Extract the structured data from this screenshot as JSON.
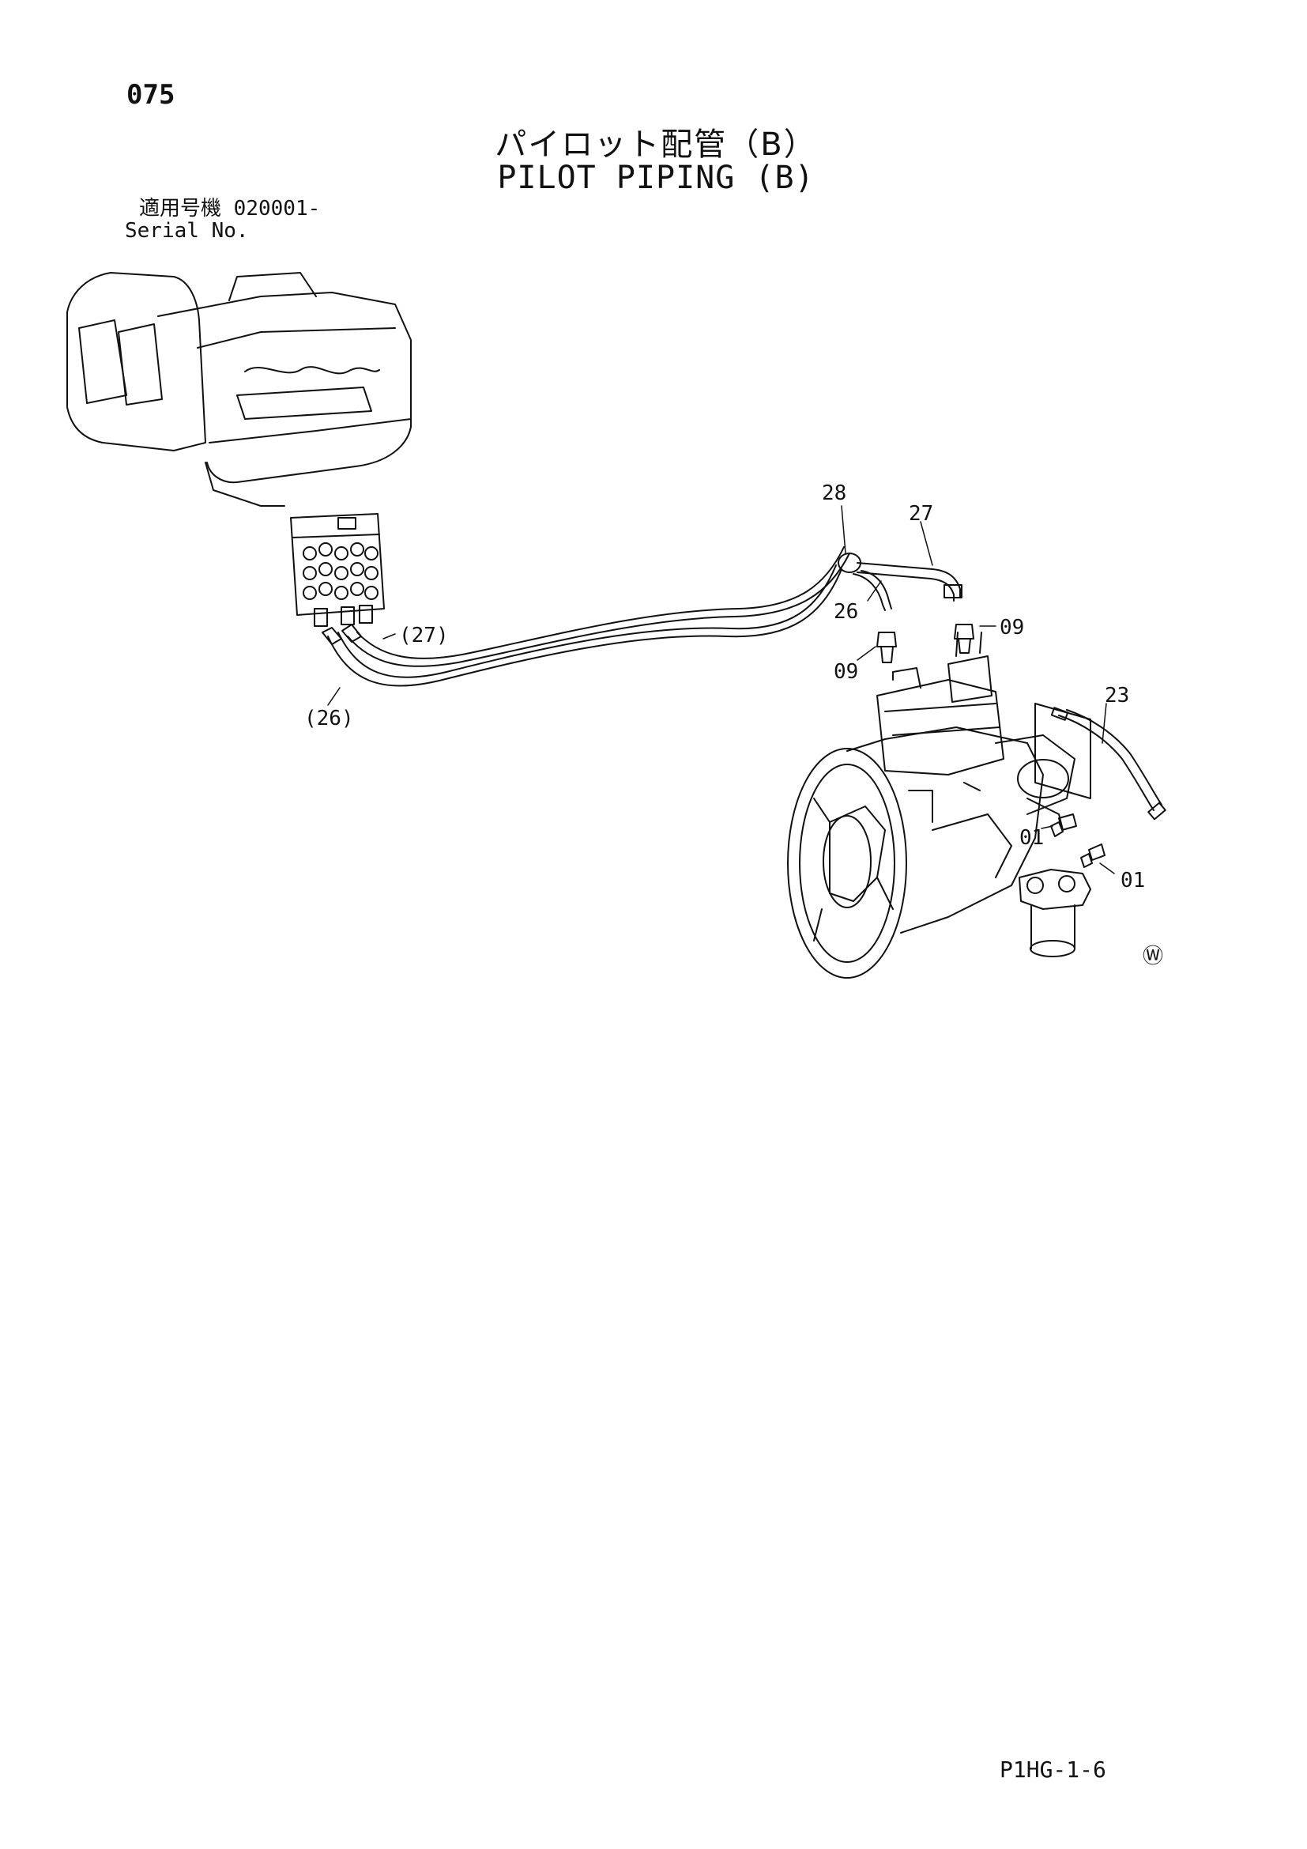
{
  "header": {
    "page_number": "075",
    "title_jp": "パイロット配管（B）",
    "title_en": "PILOT PIPING (B)"
  },
  "serial": {
    "label_jp": "適用号機",
    "value": "020001-",
    "label_en": "Serial No."
  },
  "diagram": {
    "callouts": [
      "28",
      "27",
      "26",
      "09",
      "09",
      "(27)",
      "(26)",
      "23",
      "01",
      "01"
    ],
    "symbol": "Ⓦ",
    "icons": [
      "excavator-outline-icon",
      "pilot-valve-block-icon",
      "pump-assembly-icon",
      "pilot-filter-icon"
    ]
  },
  "footer": {
    "code": "P1HG-1-6"
  }
}
